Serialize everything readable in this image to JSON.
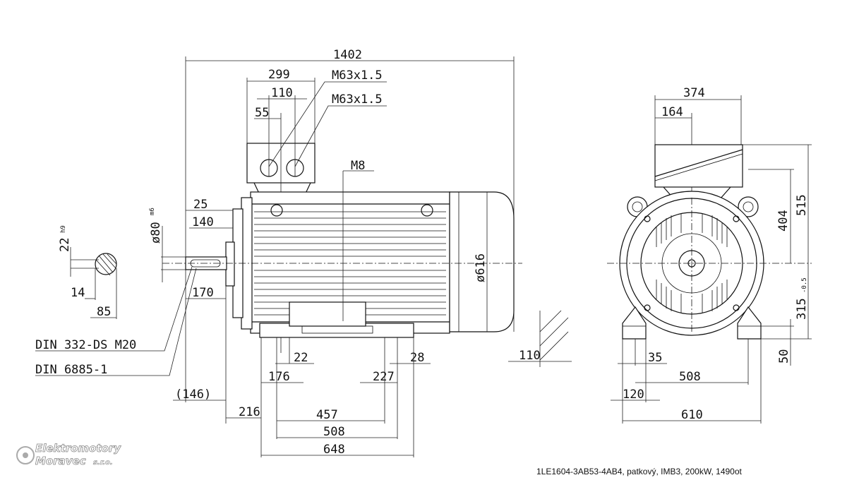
{
  "dims": {
    "overall_length": "1402",
    "tb_width": "299",
    "tb_110": "110",
    "tb_55": "55",
    "gland1": "M63x1.5",
    "gland2": "M63x1.5",
    "lifting_bolt": "M8",
    "key_width": "22",
    "key_tol": "h9",
    "shaft_dia": "ø80",
    "shaft_tol": "m6",
    "shaft_key_depth": "14",
    "shaft_section_85": "85",
    "d25": "25",
    "d140": "140",
    "d170": "170",
    "thread_note": "DIN 332-DS M20",
    "key_note": "DIN 6885-1",
    "d146": "(146)",
    "d216": "216",
    "d176": "176",
    "d22": "22",
    "d227": "227",
    "d28": "28",
    "d457": "457",
    "d508": "508",
    "d648": "648",
    "d110_foot": "110",
    "flange_dia": "ø616",
    "end_374": "374",
    "end_164": "164",
    "end_404": "404",
    "end_515": "515",
    "end_315": "315",
    "end_315_tol": "-0.5",
    "end_50": "50",
    "end_35": "35",
    "end_508": "508",
    "end_120": "120",
    "end_610": "610"
  },
  "logo": {
    "line1": "Elektromotory",
    "line2": "Moravec",
    "line2_suffix": "s.r.o."
  },
  "caption": "1LE1604-3AB53-4AB4, patkový, IMB3, 200kW, 1490ot"
}
